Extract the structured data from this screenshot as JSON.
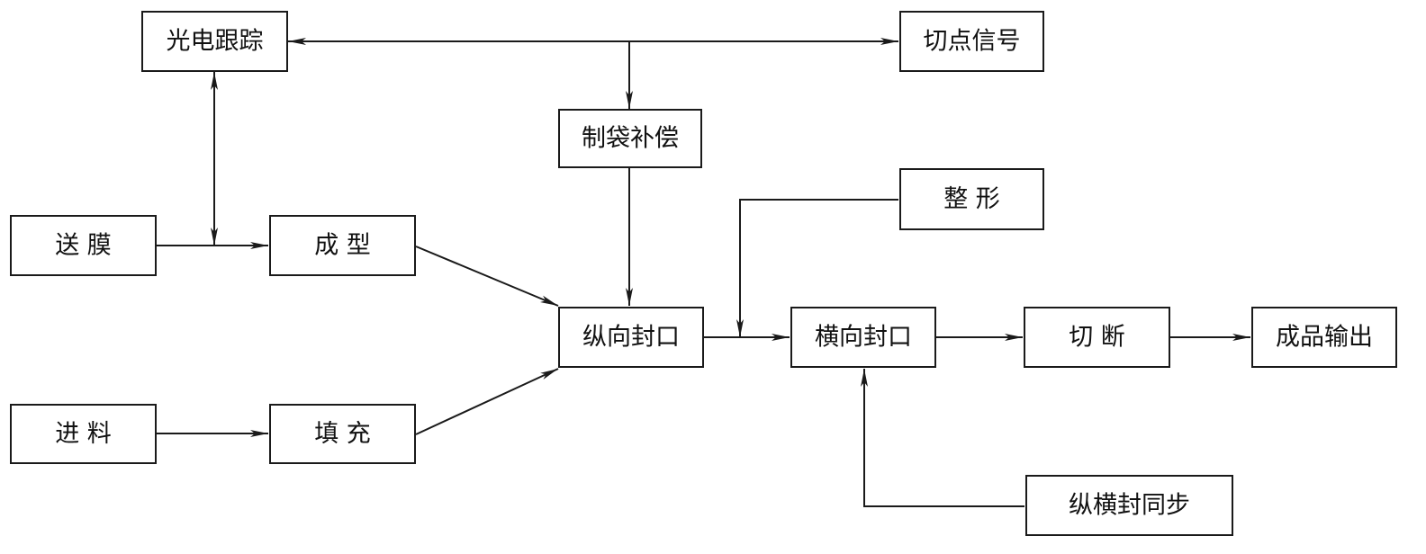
{
  "diagram": {
    "nodes": {
      "guangdian": "光电跟踪",
      "qiedian": "切点信号",
      "zhidai": "制袋补偿",
      "songmo": "送 膜",
      "chengxing": "成 型",
      "zhengxing": "整 形",
      "zongxiang": "纵向封口",
      "hengxiang": "横向封口",
      "qieduan": "切 断",
      "chengpin": "成品输出",
      "jinliao": "进 料",
      "tianchong": "填 充",
      "tongbu": "纵横封同步"
    },
    "edges": [
      {
        "from": "guangdian",
        "to": "qiedian",
        "direction": "both"
      },
      {
        "from": "guangdian",
        "to": "zhidai",
        "direction": "forward"
      },
      {
        "from": "guangdian",
        "to": "songmo",
        "direction": "both"
      },
      {
        "from": "songmo",
        "to": "chengxing",
        "direction": "forward"
      },
      {
        "from": "chengxing",
        "to": "zongxiang",
        "direction": "forward"
      },
      {
        "from": "zhidai",
        "to": "zongxiang",
        "direction": "forward"
      },
      {
        "from": "jinliao",
        "to": "tianchong",
        "direction": "forward"
      },
      {
        "from": "tianchong",
        "to": "zongxiang",
        "direction": "forward"
      },
      {
        "from": "zongxiang",
        "to": "hengxiang",
        "direction": "forward"
      },
      {
        "from": "zhengxing",
        "to": "hengxiang",
        "direction": "forward"
      },
      {
        "from": "hengxiang",
        "to": "qieduan",
        "direction": "forward"
      },
      {
        "from": "qieduan",
        "to": "chengpin",
        "direction": "forward"
      },
      {
        "from": "tongbu",
        "to": "hengxiang",
        "direction": "forward"
      }
    ],
    "colors": {
      "stroke": "#1a1a1a",
      "fill": "#ffffff",
      "text": "#111111"
    }
  }
}
